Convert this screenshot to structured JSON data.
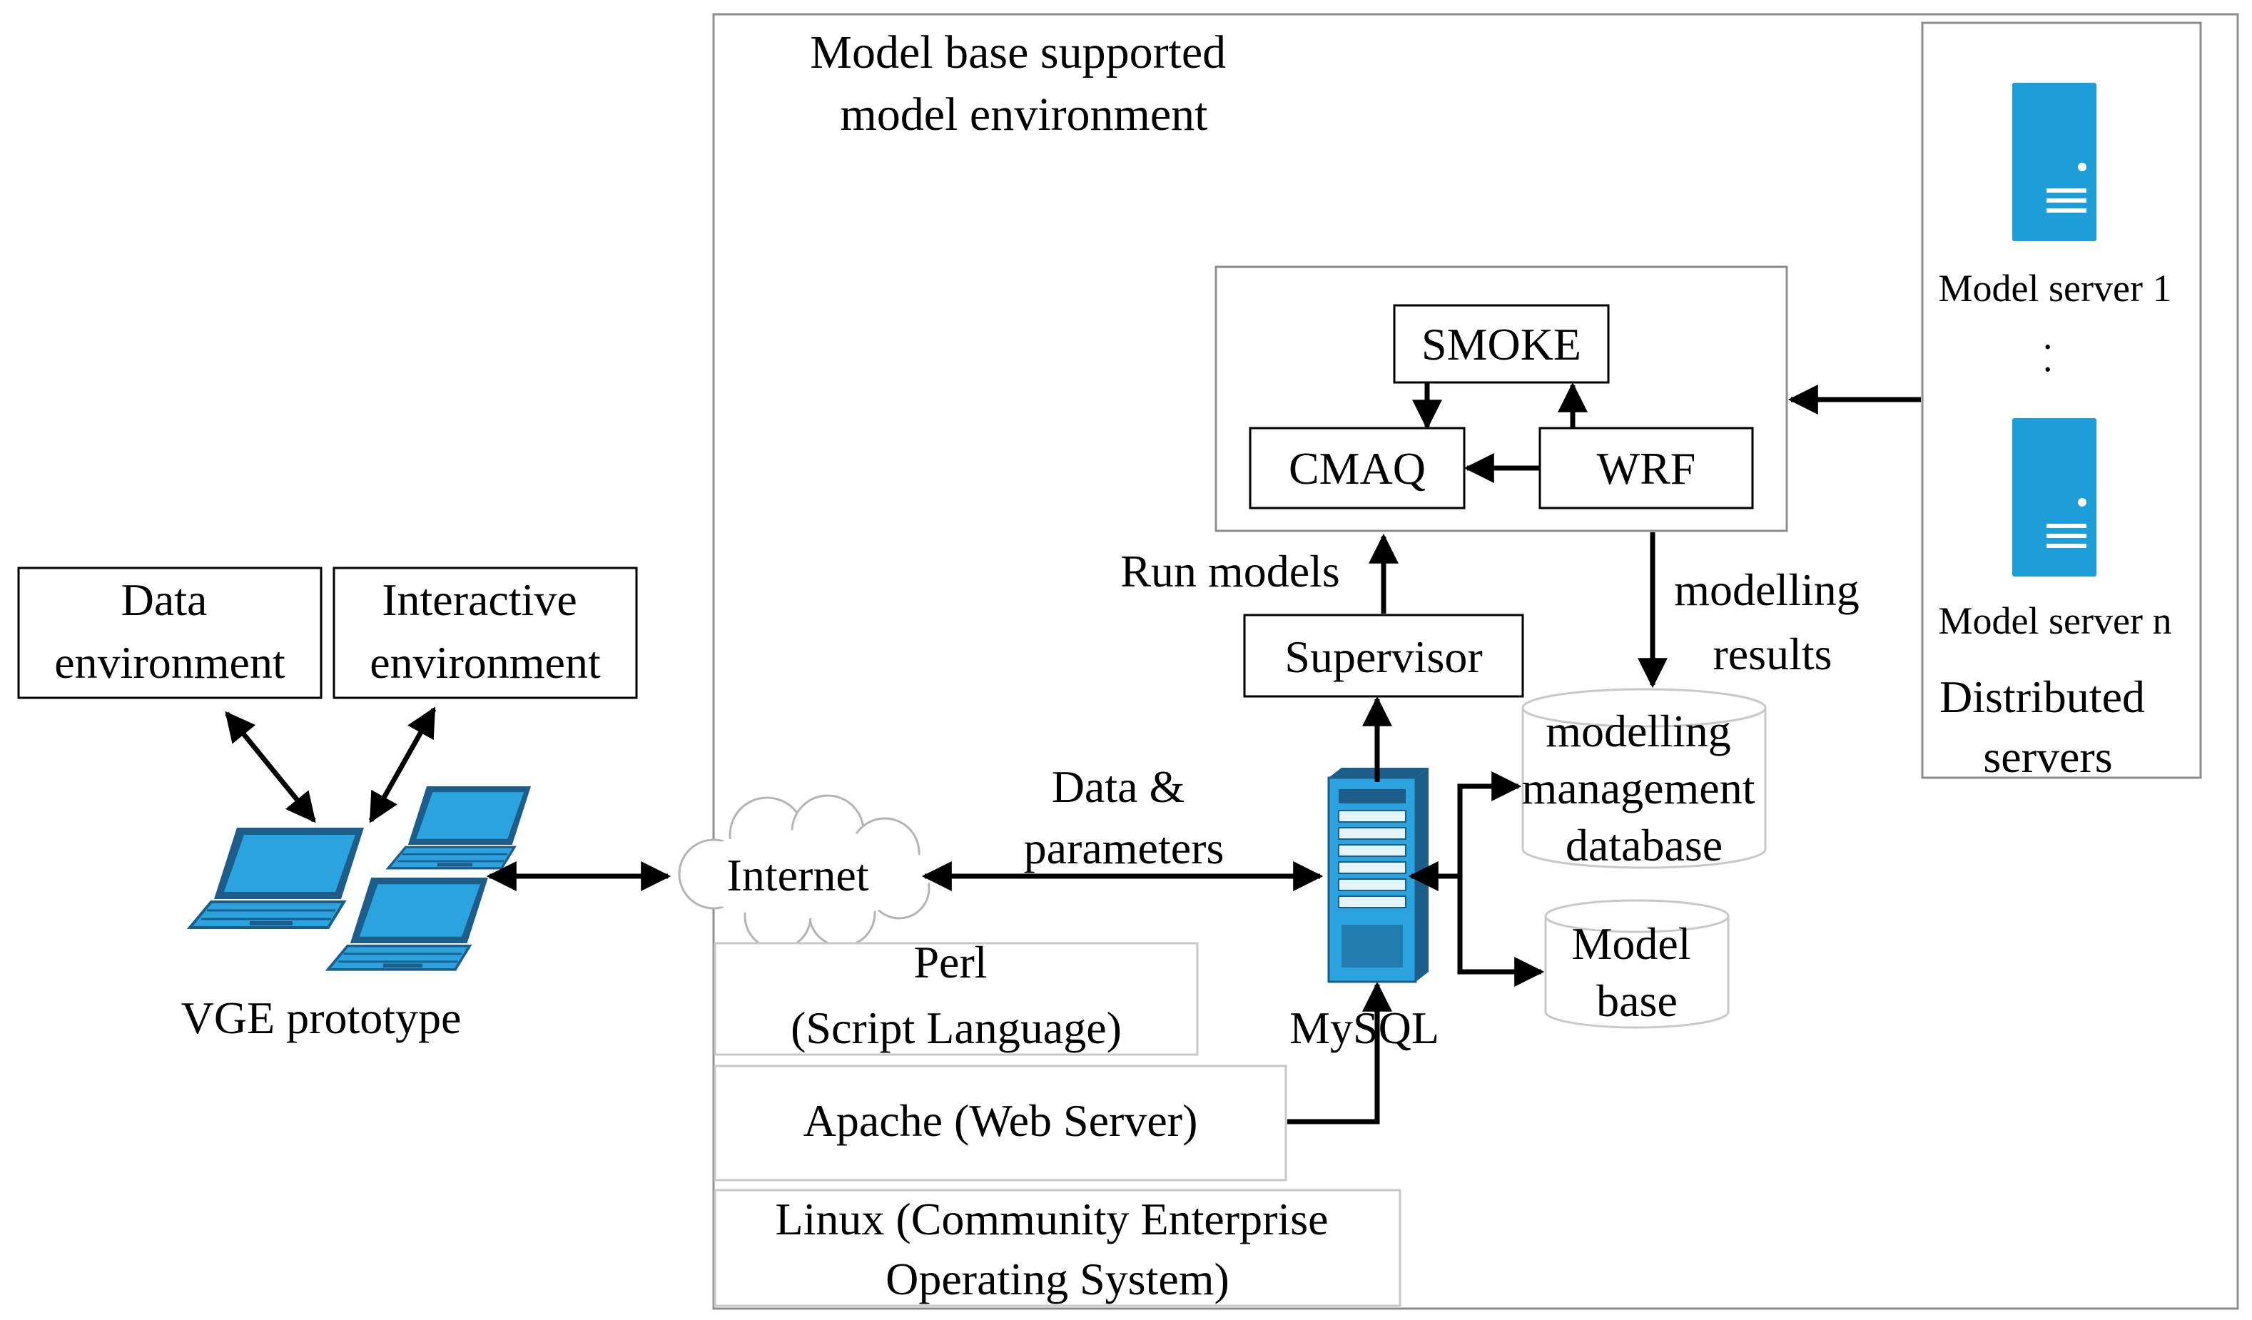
{
  "colors": {
    "line": "#000000",
    "light_border": "#c8c8c8",
    "outer_border": "#8c8c8c",
    "device_blue": "#2aa3de",
    "device_dark": "#1c5d8a",
    "server_blue": "#1e9ed9"
  },
  "left": {
    "data_env_lines": [
      "Data",
      "environment"
    ],
    "interactive_env_lines": [
      "Interactive",
      "environment"
    ],
    "vge_label": "VGE prototype",
    "laptop_icon": "laptop-icon"
  },
  "internet": {
    "label": "Internet",
    "icon": "cloud-icon"
  },
  "environment": {
    "title_lines": [
      "Model base supported",
      "model environment"
    ]
  },
  "models": {
    "smoke": "SMOKE",
    "cmaq": "CMAQ",
    "wrf": "WRF"
  },
  "labels": {
    "run_models": "Run models",
    "modelling_results_lines": [
      "modelling",
      "results"
    ],
    "supervisor": "Supervisor",
    "data_params_lines": [
      "Data &",
      "parameters"
    ],
    "mysql": "MySQL"
  },
  "databases": {
    "mgmt_lines": [
      "modelling",
      "management",
      "database"
    ],
    "model_base_lines": [
      "Model",
      "base"
    ]
  },
  "stack": {
    "perl_lines": [
      "Perl",
      "(Script Language)"
    ],
    "apache": "Apache (Web Server)",
    "linux_lines": [
      "Linux (Community Enterprise",
      "Operating System)"
    ]
  },
  "servers": {
    "server1": "Model server 1",
    "servern": "Model server n",
    "ellipsis": "· ·",
    "group_lines": [
      "Distributed",
      "servers"
    ],
    "icon": "server-icon"
  }
}
